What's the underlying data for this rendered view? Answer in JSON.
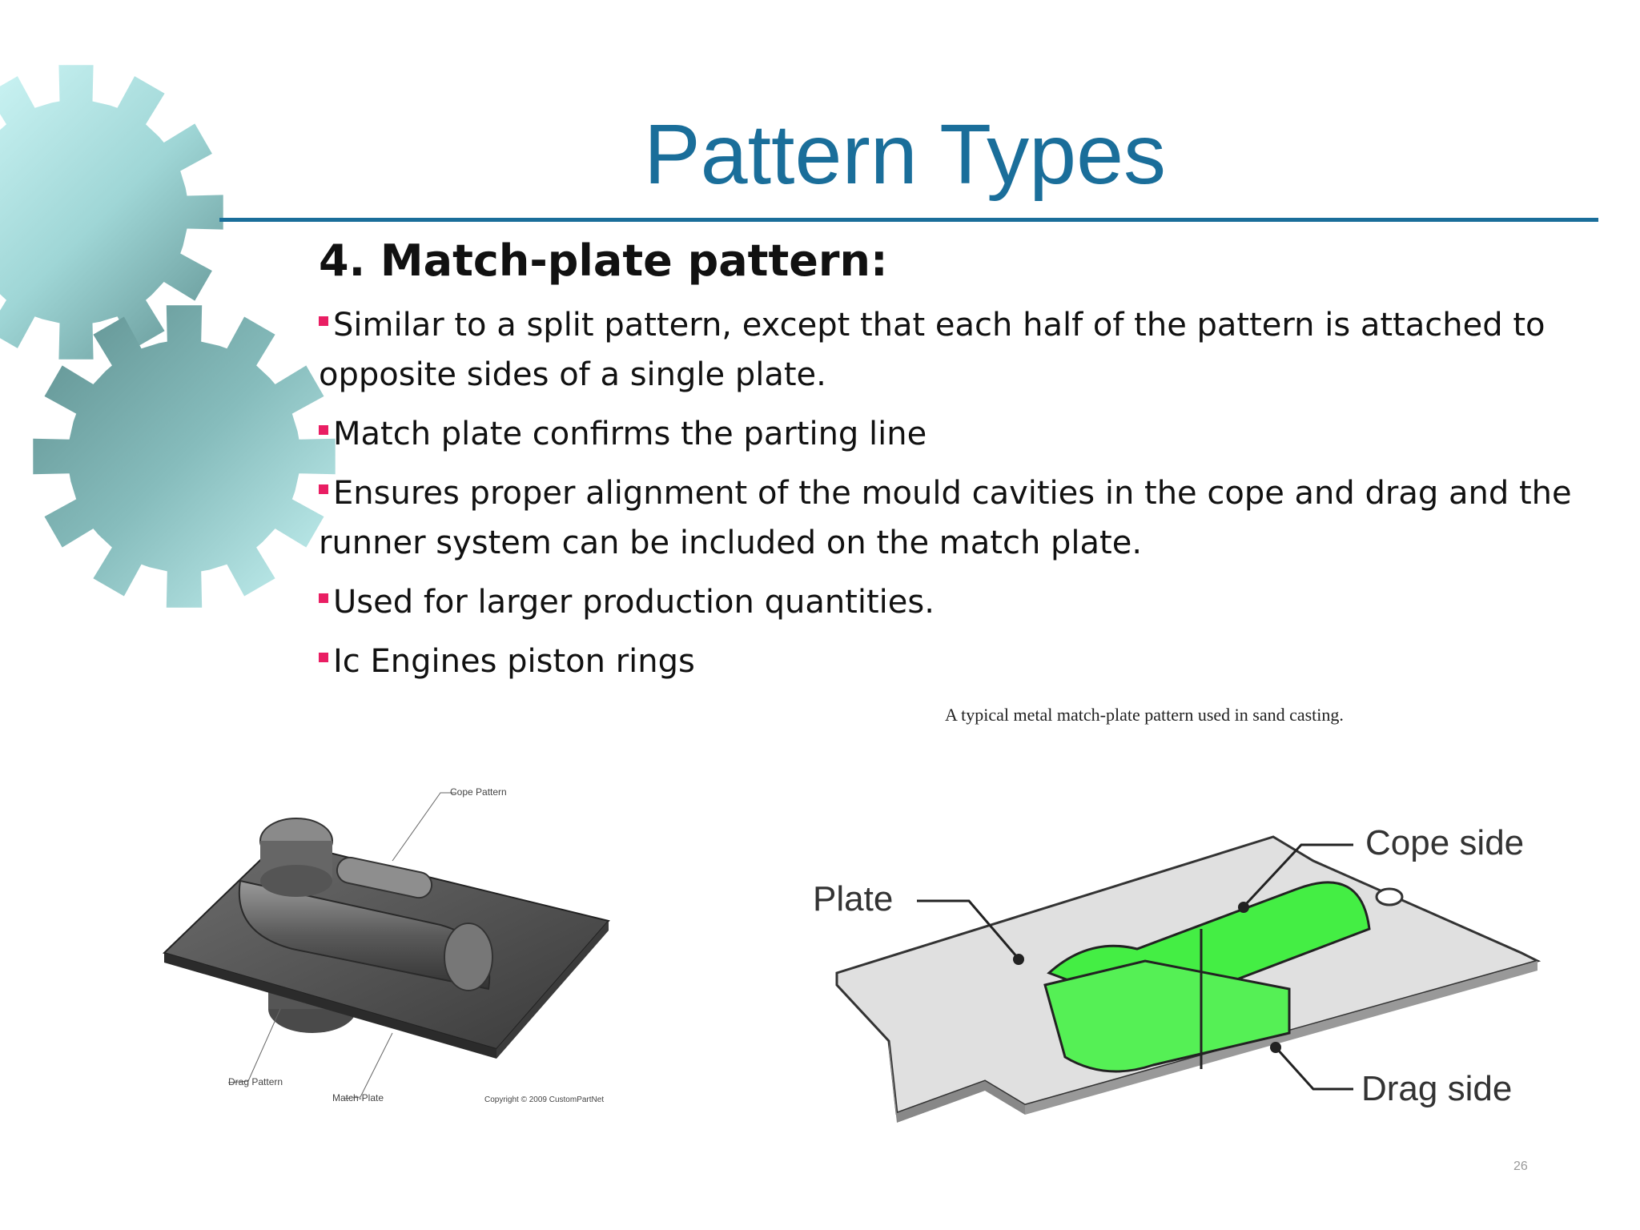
{
  "slide": {
    "title": "Pattern Types",
    "heading": "4. Match-plate pattern:",
    "bullets": [
      "Similar to a split pattern, except that each half of the pattern is attached to opposite sides of a single plate.",
      "Match plate confirms the parting line",
      "Ensures proper alignment of the mould cavities in the cope and drag and the runner system can be included on the match plate.",
      "Used for larger production quantities.",
      "Ic Engines piston rings"
    ],
    "page_number": "26"
  },
  "figure_left": {
    "labels": {
      "cope": "Cope Pattern",
      "drag": "Drag Pattern",
      "plate": "Match-Plate",
      "copyright": "Copyright © 2009 CustomPartNet"
    }
  },
  "figure_right": {
    "caption": "A typical metal match-plate pattern used in sand casting.",
    "labels": {
      "plate": "Plate",
      "cope": "Cope side",
      "drag": "Drag side"
    }
  },
  "colors": {
    "title": "#1a6e9a",
    "bullet_marker": "#e91e63",
    "pattern_green": "#44ee44",
    "plate_gray": "#d9d9d9"
  }
}
